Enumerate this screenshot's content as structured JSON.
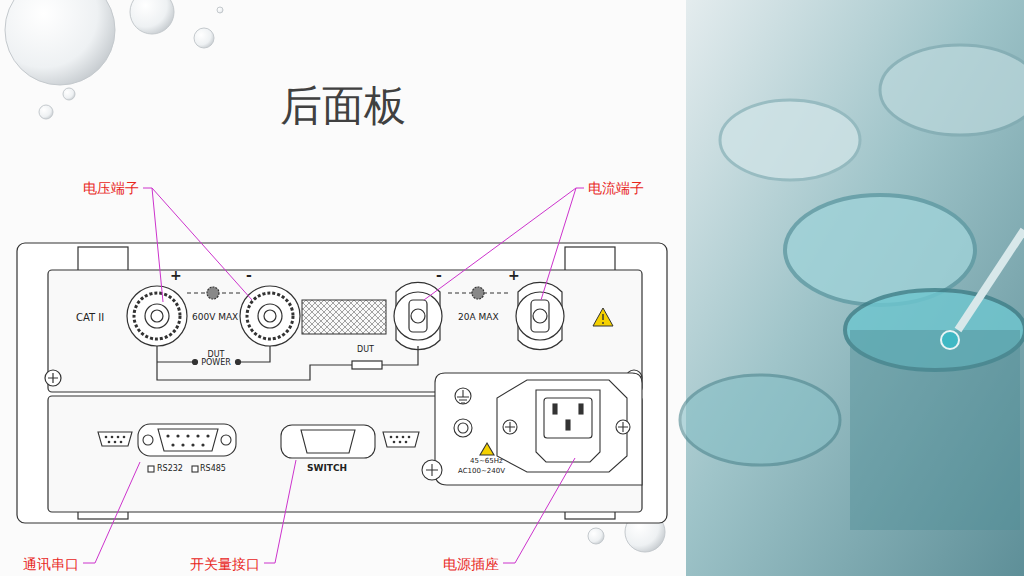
{
  "diagram": {
    "title": "后面板",
    "labels": [
      "电压端子",
      "电流端子",
      "CAT II",
      "+",
      "600V MAX",
      "-",
      "-",
      "20A MAX",
      "+",
      "DUT POWER",
      "DUT",
      "RS232",
      "RS485",
      "SWITCH",
      "45~65Hz",
      "AC100~240V",
      "通讯串口",
      "开关量接口",
      "电源插座"
    ]
  }
}
